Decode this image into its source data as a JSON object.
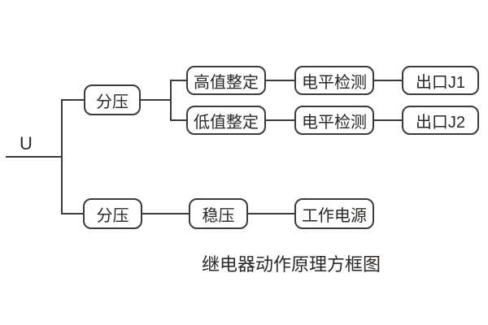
{
  "title": "继电器动作原理方框图",
  "input_label": "U",
  "nodes": {
    "divider_top": {
      "label": "分压"
    },
    "high_set": {
      "label": "高值整定"
    },
    "level_detect_1": {
      "label": "电平检测"
    },
    "output_j1": {
      "label": "出口J1"
    },
    "low_set": {
      "label": "低值整定"
    },
    "level_detect_2": {
      "label": "电平检测"
    },
    "output_j2": {
      "label": "出口J2"
    },
    "divider_bottom": {
      "label": "分压"
    },
    "regulator": {
      "label": "稳压"
    },
    "power": {
      "label": "工作电源"
    }
  },
  "connections": [
    "U → 分压(上)",
    "分压(上) → 高值整定",
    "分压(上) → 低值整定",
    "高值整定 → 电平检测 → 出口J1",
    "低值整定 → 电平检测 → 出口J2",
    "U → 分压(下) → 稳压 → 工作电源"
  ],
  "colors": {
    "line": "#3e3a37",
    "text": "#2b2724",
    "background": "#ffffff"
  }
}
